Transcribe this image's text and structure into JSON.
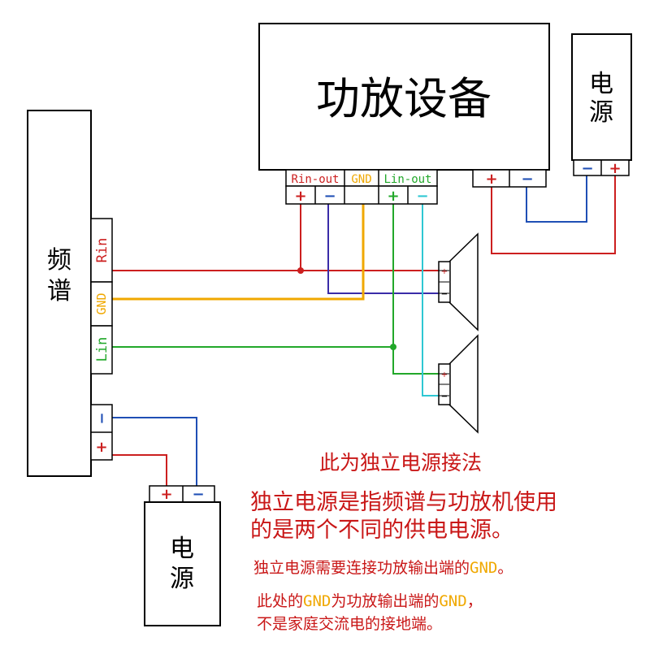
{
  "amplifier": {
    "title": "功放设备",
    "terminals": {
      "rin_out": "Rin-out",
      "gnd": "GND",
      "lin_out": "Lin-out",
      "plus": "+",
      "minus": "−"
    }
  },
  "power_top": {
    "label_line1": "电",
    "label_line2": "源",
    "minus": "−",
    "plus": "+"
  },
  "spectrum": {
    "label_line1": "频",
    "label_line2": "谱",
    "ports": {
      "rin": "Rin",
      "gnd": "GND",
      "lin": "Lin"
    },
    "power_minus": "−",
    "power_plus": "+"
  },
  "power_bottom": {
    "label_line1": "电",
    "label_line2": "源",
    "plus": "+",
    "minus": "−"
  },
  "speaker_marks": {
    "plus": "+",
    "minus": "−"
  },
  "notes": {
    "heading": "此为独立电源接法",
    "desc_line1": "独立电源是指频谱与功放机使用",
    "desc_line2": "的是两个不同的供电电源。",
    "req_pre": "独立电源需要连接功放输出端的",
    "req_gnd": "GND",
    "req_post": "。",
    "here_pre": "此处的",
    "here_gnd1": "GND",
    "here_mid": "为功放输出端的",
    "here_gnd2": "GND",
    "here_post": "，",
    "last_line": "不是家庭交流电的接地端。"
  },
  "colors": {
    "red": "#cc1f1f",
    "gnd_yellow": "#f0a800",
    "lin_green": "#22a82a",
    "cyan": "#2ec7d3",
    "blue": "#1f4fb5",
    "purple": "#3a2ca8",
    "note_red": "#c91717"
  }
}
